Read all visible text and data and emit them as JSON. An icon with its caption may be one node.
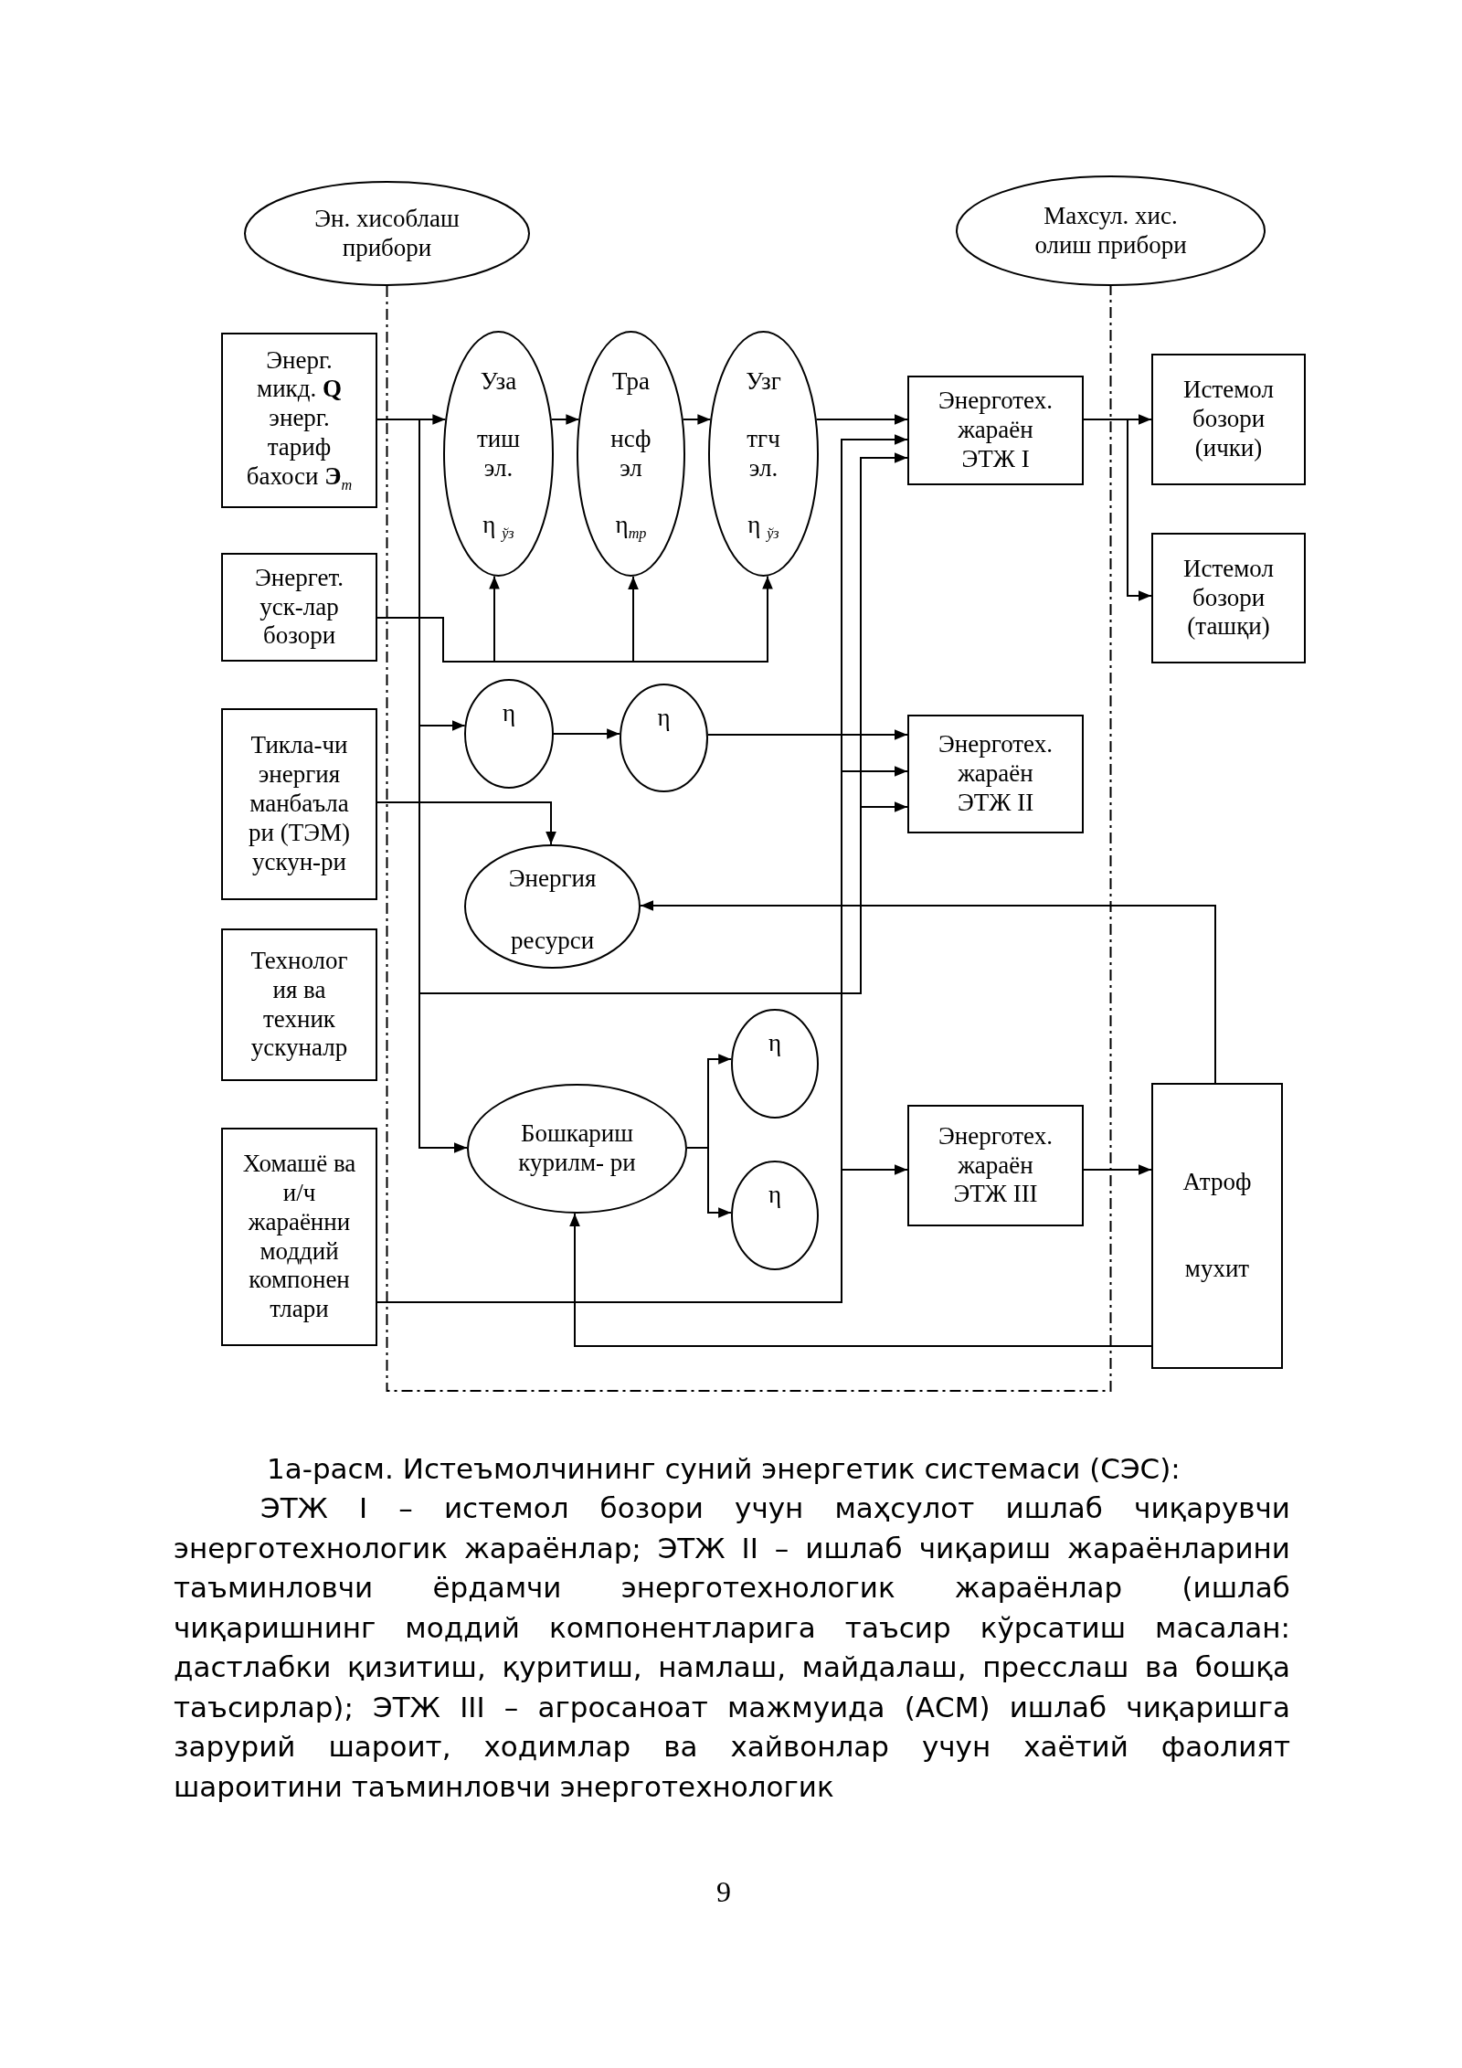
{
  "diagram": {
    "caption": "1а-расм. Истеъмолчининг суний энергетик системаси (СЭС):",
    "nodes": [
      {
        "text": [
          "Эн. хисоблаш прибори"
        ]
      },
      {
        "text": [
          "Махсул. хис. олиш прибори"
        ]
      },
      {
        "text": [
          "Энерг. микд. **Q** энерг. тариф бахоси **Э**$_{т}$"
        ]
      },
      {
        "text": [
          "Энергет. уск-лар бозори"
        ]
      },
      {
        "text": [
          "Тикла-чи энергия манбаъла ри (ТЭМ) ускун-ри"
        ]
      },
      {
        "text": [
          "Технолог ия ва техник ускуналр"
        ]
      },
      {
        "text": [
          "Хомашё ва и/ч жараённи моддий компонен тлари"
        ]
      },
      {
        "text": [
          "Уза",
          "тиш эл.",
          "η $_{ўз}$"
        ]
      },
      {
        "text": [
          "Тра",
          "нсф эл",
          "η$_{тр}$"
        ]
      },
      {
        "text": [
          "Узг",
          "тгч эл.",
          "η $_{ўз}$"
        ]
      },
      {
        "text": [
          "Энерготех. жараён ЭТЖ I"
        ]
      },
      {
        "text": [
          "Истемол бозори (ички)"
        ]
      },
      {
        "text": [
          "Истемол бозори (ташқи)"
        ]
      },
      {
        "text": [
          "η"
        ]
      },
      {
        "text": [
          "η"
        ]
      },
      {
        "text": [
          "Энерготех. жараён ЭТЖ II"
        ]
      },
      {
        "text": [
          "Энергия",
          "ресурси"
        ]
      },
      {
        "text": [
          "η"
        ]
      },
      {
        "text": [
          "Бошкариш курилм- ри"
        ]
      },
      {
        "text": [
          "η"
        ]
      },
      {
        "text": [
          "Энерготех. жараён ЭТЖ III"
        ]
      },
      {
        "text": [
          "Атроф",
          "мухит"
        ]
      }
    ],
    "edges": [
      {
        "from": 0,
        "to": 1,
        "arrow": "none",
        "style": "dashed"
      },
      {
        "from": 2,
        "to": 7,
        "arrow": "to"
      },
      {
        "from": 2,
        "to": 13,
        "arrow": "to"
      },
      {
        "from": 2,
        "to": 18,
        "arrow": "to"
      },
      {
        "from": 2,
        "to": 10,
        "arrow": "to"
      },
      {
        "from": 2,
        "to": 15,
        "arrow": "to"
      },
      {
        "from": 3,
        "to": 7,
        "arrow": "to"
      },
      {
        "from": 3,
        "to": 8,
        "arrow": "to"
      },
      {
        "from": 3,
        "to": 9,
        "arrow": "to"
      },
      {
        "from": 7,
        "to": 8,
        "arrow": "to"
      },
      {
        "from": 8,
        "to": 9,
        "arrow": "to"
      },
      {
        "from": 9,
        "to": 10,
        "arrow": "to"
      },
      {
        "from": 6,
        "to": 10,
        "arrow": "to"
      },
      {
        "from": 6,
        "to": 15,
        "arrow": "to"
      },
      {
        "from": 6,
        "to": 20,
        "arrow": "to"
      },
      {
        "from": 10,
        "to": 11,
        "arrow": "to"
      },
      {
        "from": 10,
        "to": 12,
        "arrow": "to"
      },
      {
        "from": 13,
        "to": 14,
        "arrow": "to"
      },
      {
        "from": 14,
        "to": 15,
        "arrow": "to"
      },
      {
        "from": 4,
        "to": 16,
        "arrow": "to"
      },
      {
        "from": 21,
        "to": 16,
        "arrow": "to"
      },
      {
        "from": 21,
        "to": 18,
        "arrow": "to"
      },
      {
        "from": 18,
        "to": 17,
        "arrow": "to"
      },
      {
        "from": 18,
        "to": 19,
        "arrow": "to"
      },
      {
        "from": 20,
        "to": 21,
        "arrow": "to"
      }
    ],
    "labels": [
      "ЭТЖ I – истемол бозори учун маҳсулот ишлаб чиқарувчи энерготехнологик жараёнлар; ЭТЖ II – ишлаб чиқариш жараёнларини таъминловчи ёрдамчи энерготехнологик жараёнлар (ишлаб чиқаришнинг моддий компонентларига таъсир кўрсатиш масалан: дастлабки қизитиш, қуритиш, намлаш, майдалаш, пресслаш ва бошқа таъсирлар); ЭТЖ III – агросаноат мажмуида (АСМ) ишлаб чиқаришга зарурий шароит, ходимлар ва хайвонлар учун хаётий фаолият шароитини таъминловчи энерготехнологик",
      "9"
    ]
  }
}
